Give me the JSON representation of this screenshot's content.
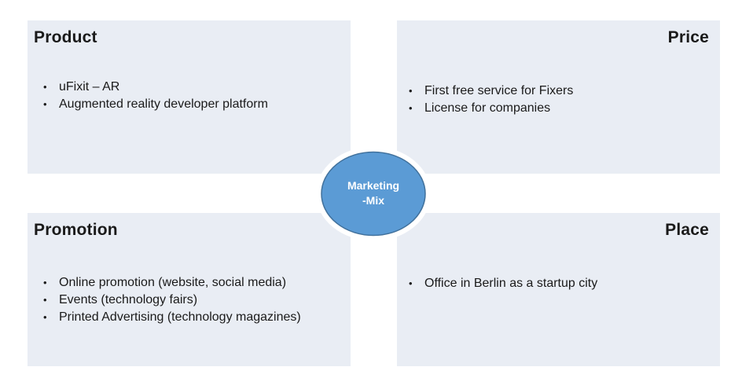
{
  "product": {
    "title": "Product",
    "items": [
      "uFixit – AR",
      "Augmented reality developer platform"
    ]
  },
  "price": {
    "title": "Price",
    "items": [
      "First free service for Fixers",
      "License for companies"
    ]
  },
  "promotion": {
    "title": "Promotion",
    "items": [
      "Online promotion (website, social media)",
      "Events (technology fairs)",
      "Printed Advertising (technology magazines)"
    ]
  },
  "place": {
    "title": "Place",
    "items": [
      "Office in Berlin as a startup city"
    ]
  },
  "hub": {
    "line1": "Marketing",
    "line2": "-Mix"
  },
  "colors": {
    "quadrant_fill": "#e9edf4",
    "hub_fill": "#5b9bd5",
    "hub_stroke": "#41719c",
    "hub_text": "#ffffff"
  }
}
